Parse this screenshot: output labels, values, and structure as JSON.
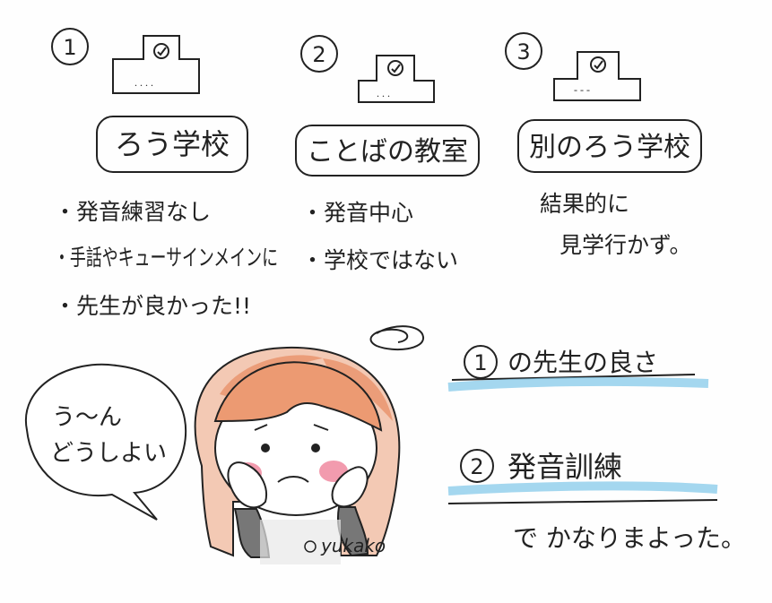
{
  "sections": [
    {
      "number": "1",
      "title": "ろう学校",
      "bullets": [
        "・発音練習なし",
        "・手話やキューサインメインに",
        "・先生が良かった!!"
      ]
    },
    {
      "number": "2",
      "title": "ことばの教室",
      "bullets": [
        "・発音中心",
        "・学校ではない"
      ]
    },
    {
      "number": "3",
      "title": "別のろう学校",
      "bullets": [
        "結果的に",
        "見学行かず。"
      ]
    }
  ],
  "speech_bubble": {
    "line1": "う〜ん",
    "line2": "どうしよい"
  },
  "signature": "yukako",
  "conclusion": {
    "item1_number": "1",
    "item1_text": "の先生の良さ",
    "item2_number": "2",
    "item2_text": "発音訓練",
    "closing": "で かなりまよった。"
  },
  "colors": {
    "hair": "#e9926a",
    "blush": "#f08aa0",
    "underline_blue": "#7ec6e8",
    "ink": "#222222"
  }
}
